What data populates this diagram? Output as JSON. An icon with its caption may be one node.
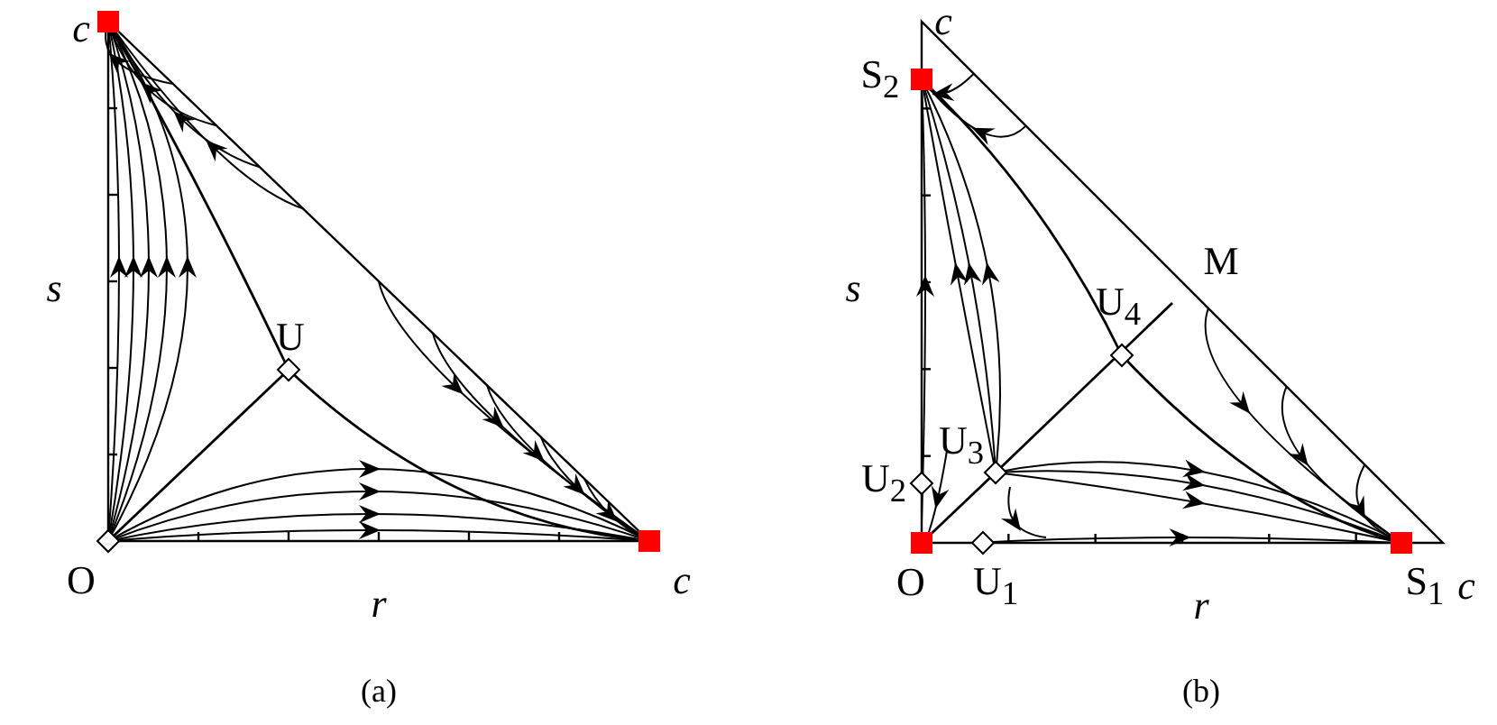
{
  "diagram": {
    "labels": [
      "c",
      "s",
      "U",
      "O",
      "r",
      "c",
      "(a)",
      "c",
      "S$_{2}$",
      "s",
      "M",
      "U$_{4}$",
      "U$_{3}$",
      "U$_{2}$",
      "O",
      "U$_{1}$",
      "r",
      "S$_{1}$",
      "c",
      "(b)"
    ]
  }
}
